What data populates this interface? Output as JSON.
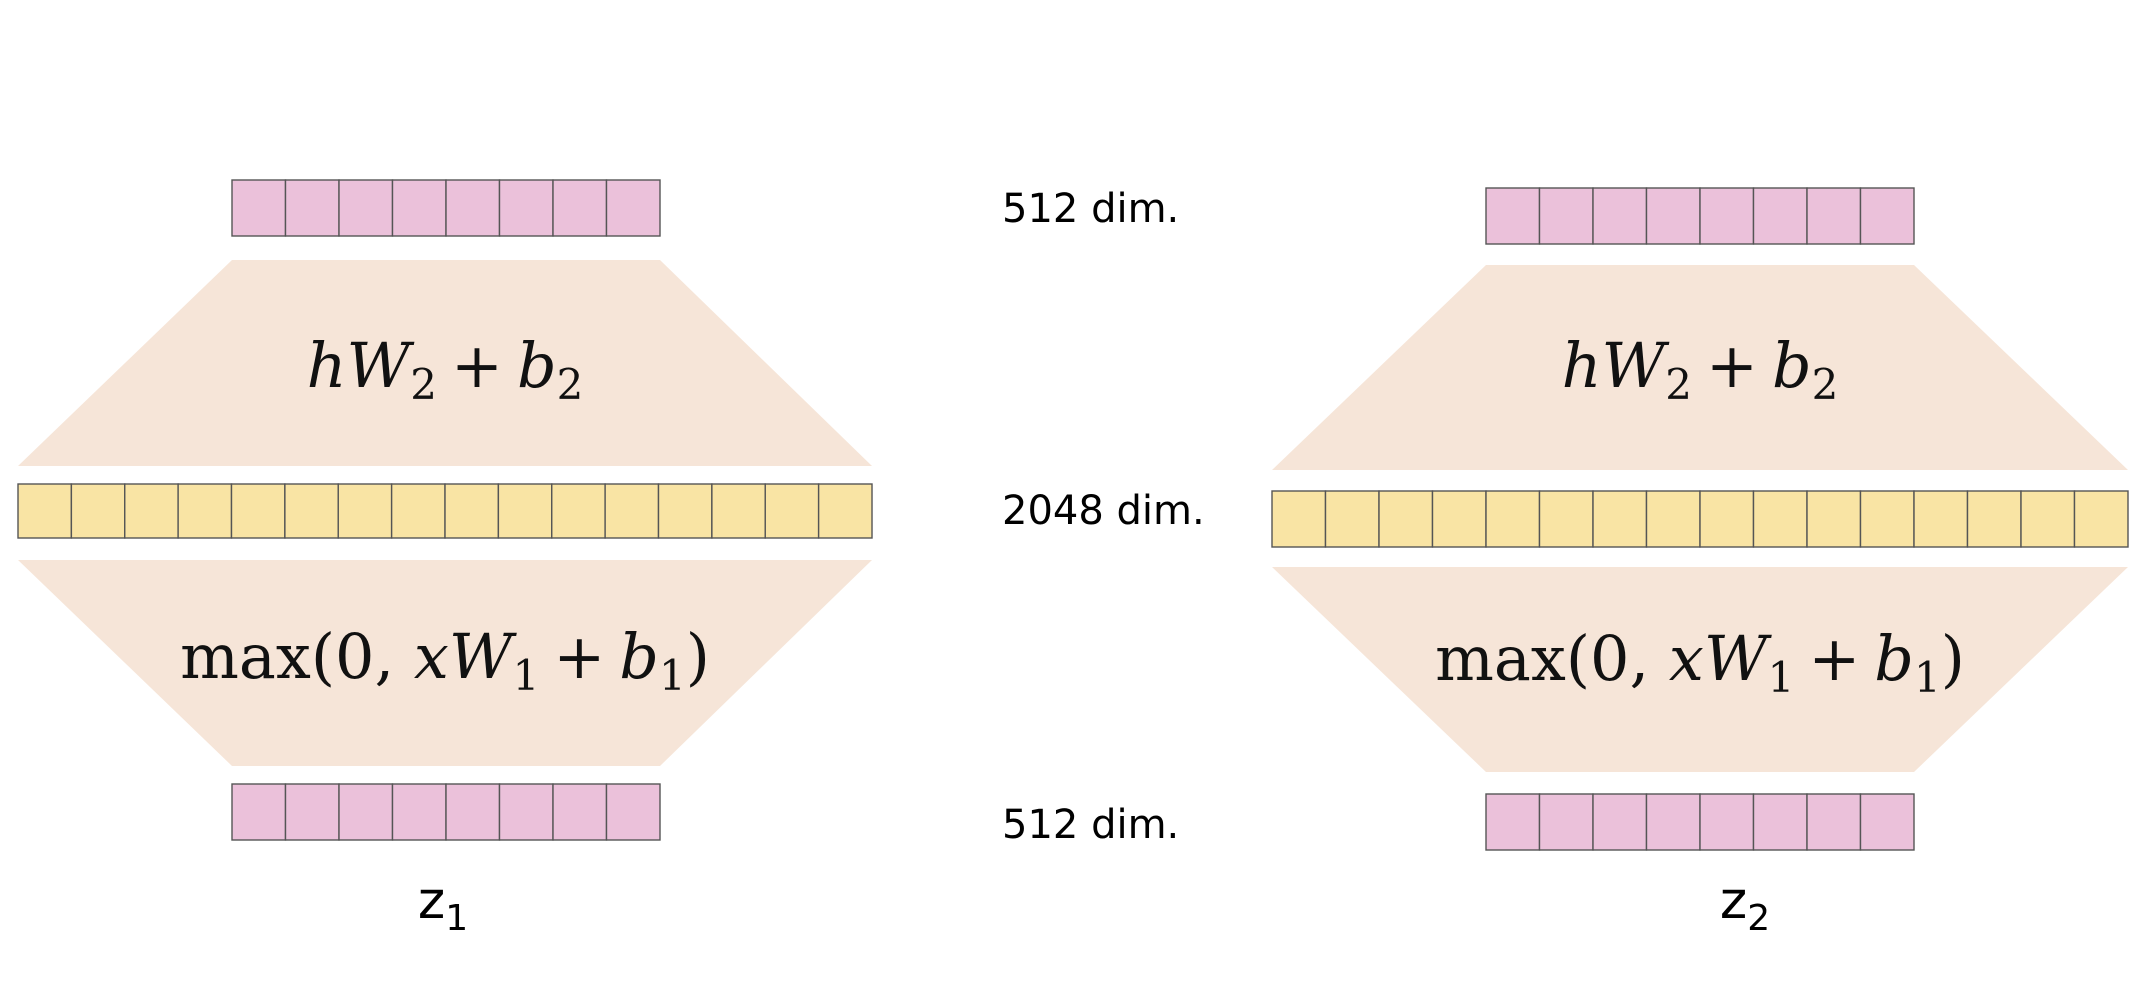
{
  "labels": {
    "dim_top": "512 dim.",
    "dim_middle": "2048 dim.",
    "dim_bottom": "512 dim."
  },
  "blocks": [
    {
      "top_formula": {
        "h": "h",
        "W": "W",
        "W_sub": "2",
        "plus": "+",
        "b": "b",
        "b_sub": "2"
      },
      "bottom_formula": {
        "max": "max",
        "open": "(0, ",
        "x": "x",
        "W": "W",
        "W_sub": "1",
        "plus": "+",
        "b": "b",
        "b_sub": "1",
        "close": ")"
      },
      "input_label": {
        "base": "z",
        "sub": "1"
      }
    },
    {
      "top_formula": {
        "h": "h",
        "W": "W",
        "W_sub": "2",
        "plus": "+",
        "b": "b",
        "b_sub": "2"
      },
      "bottom_formula": {
        "max": "max",
        "open": "(0, ",
        "x": "x",
        "W": "W",
        "W_sub": "1",
        "plus": "+",
        "b": "b",
        "b_sub": "1",
        "close": ")"
      },
      "input_label": {
        "base": "z",
        "sub": "2"
      }
    }
  ],
  "vectors": {
    "small_cells": 8,
    "large_cells": 16
  },
  "colors": {
    "small_vector": "#ebc1da",
    "large_vector": "#f9e4a4",
    "transform": "#f6e5d8"
  }
}
